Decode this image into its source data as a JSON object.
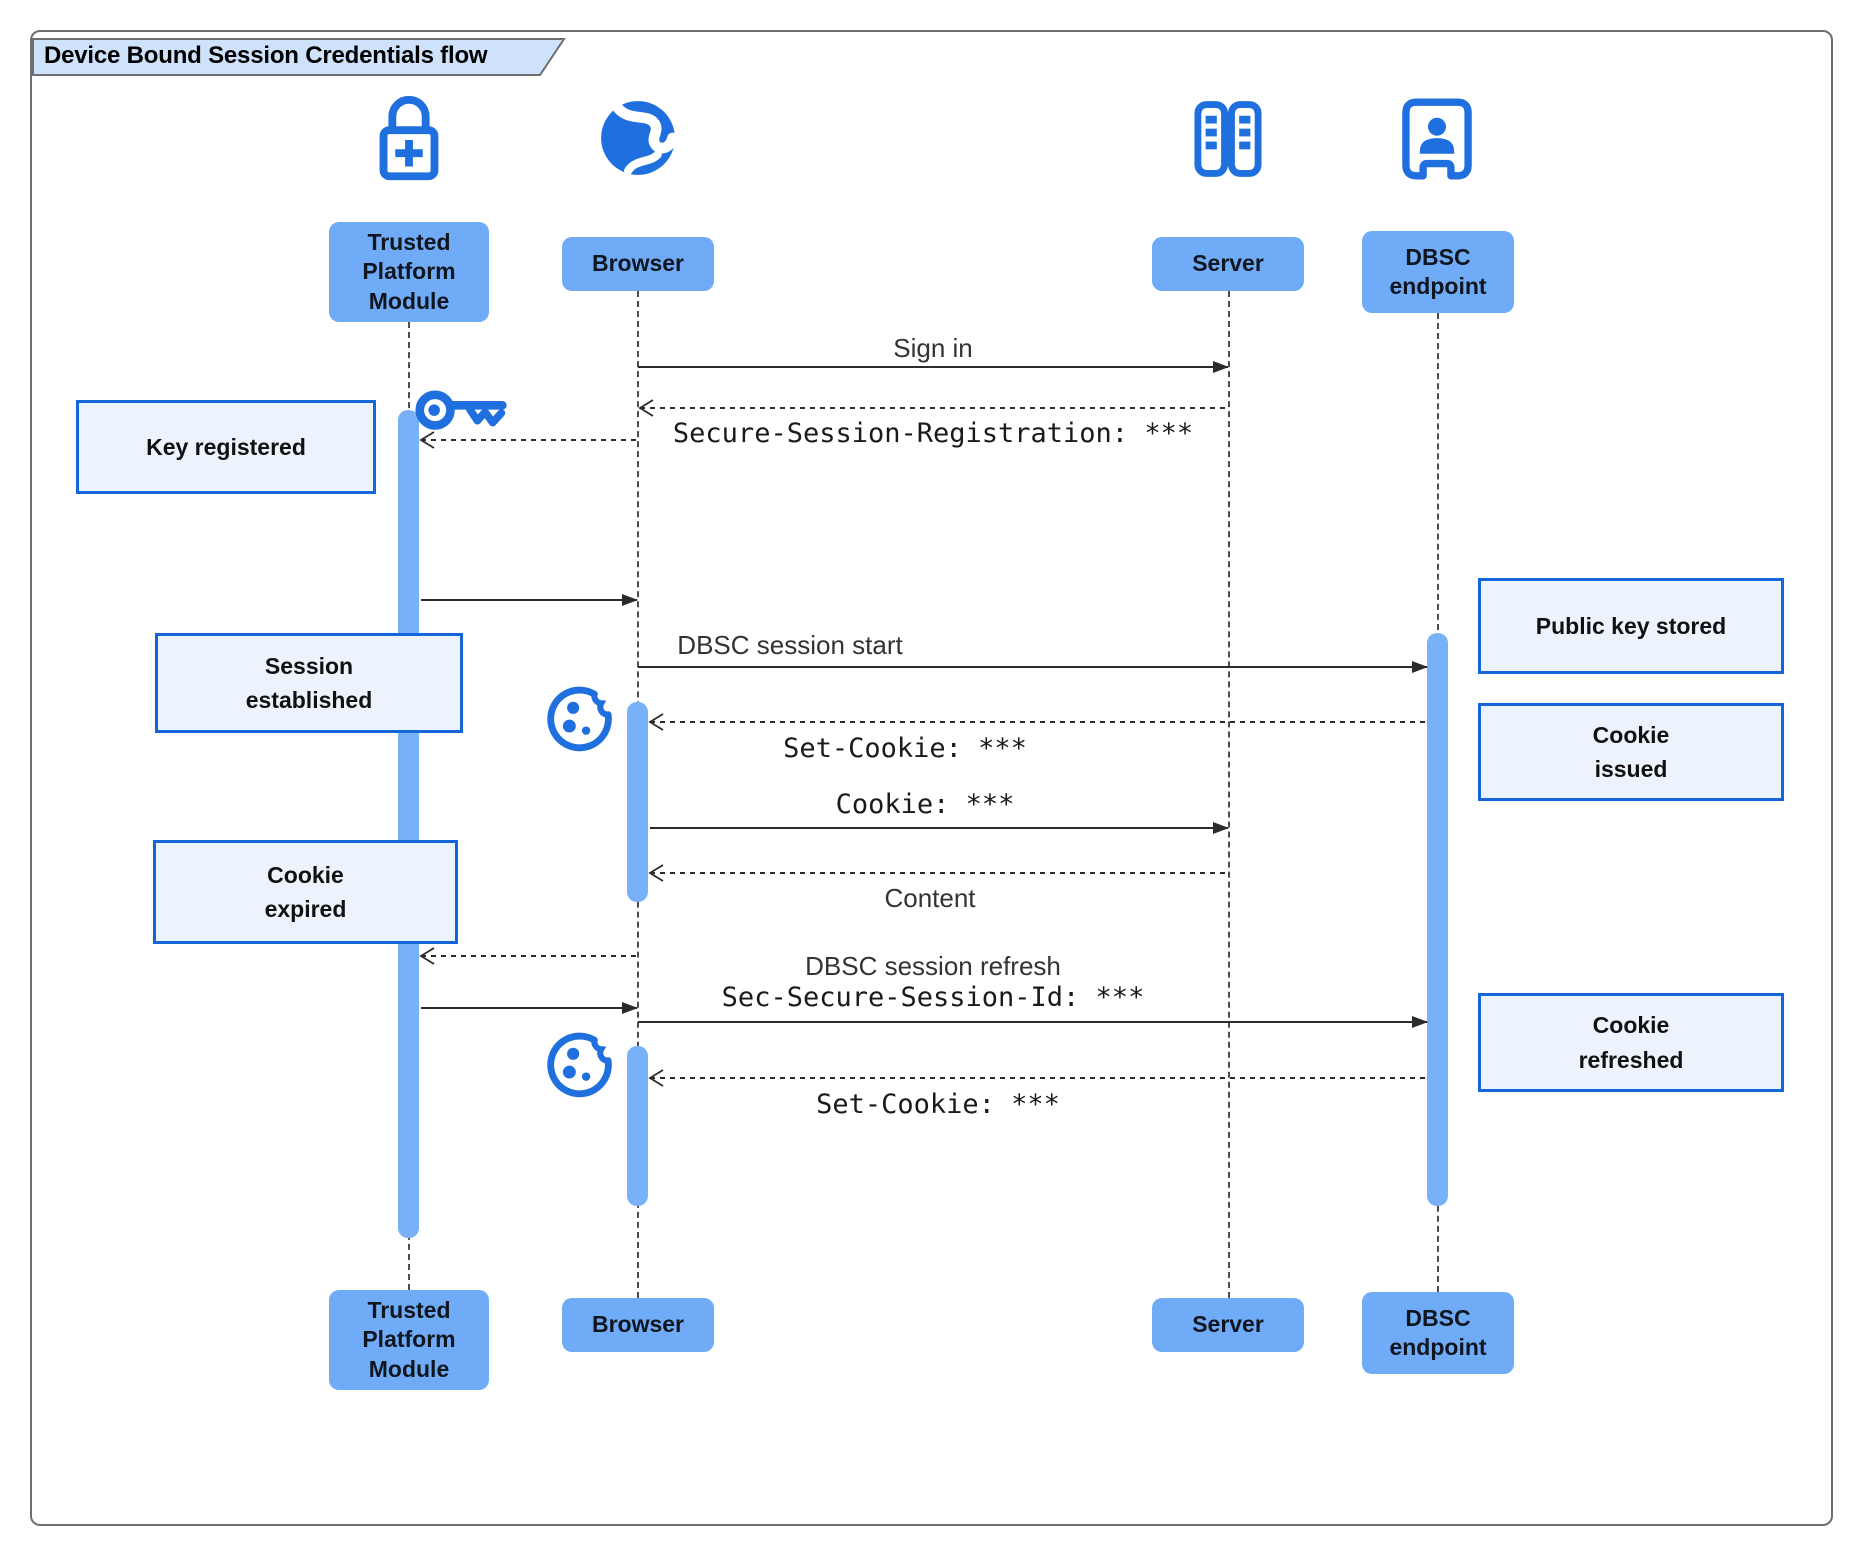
{
  "diagram_title": "Device Bound Session Credentials flow",
  "actors": [
    {
      "name": "Trusted Platform Module",
      "icon": "lock-plus-icon"
    },
    {
      "name": "Browser",
      "icon": "globe-icon"
    },
    {
      "name": "Server",
      "icon": "server-rack-icon"
    },
    {
      "name": "DBSC endpoint",
      "icon": "endpoint-door-icon"
    }
  ],
  "notes": [
    {
      "text": "Key registered",
      "side": "left"
    },
    {
      "text": "Session established",
      "side": "left"
    },
    {
      "text": "Cookie expired",
      "side": "left"
    },
    {
      "text": "Public key stored",
      "side": "right"
    },
    {
      "text": "Cookie issued",
      "side": "right"
    },
    {
      "text": "Cookie refreshed",
      "side": "right"
    }
  ],
  "messages": [
    {
      "text": "Sign in",
      "from": "Browser",
      "to": "Server",
      "line": "solid",
      "font": "sans"
    },
    {
      "text": "Secure-Session-Registration: ***",
      "from": "Server",
      "to": "Browser",
      "line": "dashed",
      "font": "mono"
    },
    {
      "text": "",
      "from": "Browser",
      "to": "Trusted Platform Module",
      "line": "dashed",
      "font": ""
    },
    {
      "text": "",
      "from": "Trusted Platform Module",
      "to": "Browser",
      "line": "solid",
      "font": ""
    },
    {
      "text": "DBSC session start",
      "from": "Browser",
      "to": "DBSC endpoint",
      "line": "solid",
      "font": "sans"
    },
    {
      "text": "Set-Cookie: ***",
      "from": "DBSC endpoint",
      "to": "Browser",
      "line": "dashed",
      "font": "mono"
    },
    {
      "text": "Cookie: ***",
      "from": "Browser",
      "to": "Server",
      "line": "solid",
      "font": "mono"
    },
    {
      "text": "Content",
      "from": "Server",
      "to": "Browser",
      "line": "dashed",
      "font": "sans"
    },
    {
      "text": "",
      "from": "Browser",
      "to": "Trusted Platform Module",
      "line": "dashed",
      "font": ""
    },
    {
      "text": "",
      "from": "Trusted Platform Module",
      "to": "Browser",
      "line": "solid",
      "font": ""
    },
    {
      "text": "DBSC session refresh",
      "text2": "Sec-Secure-Session-Id: ***",
      "from": "Browser",
      "to": "DBSC endpoint",
      "line": "solid",
      "font": "sans+mono"
    },
    {
      "text": "Set-Cookie: ***",
      "from": "DBSC endpoint",
      "to": "Browser",
      "line": "dashed",
      "font": "mono"
    }
  ],
  "floating_icons": [
    "key-icon",
    "cookie-icon",
    "cookie-icon"
  ],
  "colors": {
    "icon_blue": "#1f6fde",
    "actor_fill": "#6fabf6",
    "activation_fill": "#79b1f8",
    "note_border": "#1467d8",
    "note_fill": "#edf3fd",
    "title_fill": "#cfe2fb",
    "arrow": "#2b2b2b"
  }
}
